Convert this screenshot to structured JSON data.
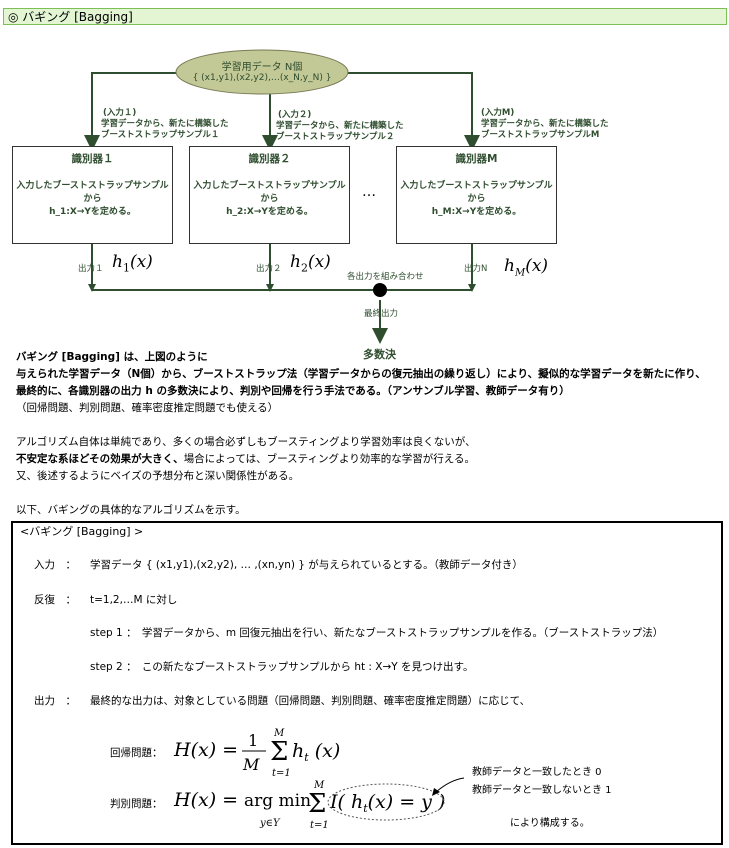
{
  "title": "◎ バギング [Bagging]",
  "diagram": {
    "data_ellipse": {
      "line1": "学習用データ N個",
      "line2": "{ (x1,y1),(x2,y2),…(x_N,y_N) }"
    },
    "inputs": [
      {
        "label": "(入力１)",
        "line1": "学習データから、新たに構築した",
        "line2": "ブーストストラップサンプル１"
      },
      {
        "label": "(入力２)",
        "line1": "学習データから、新たに構築した",
        "line2": "ブーストストラップサンプル２"
      },
      {
        "label": "(入力M)",
        "line1": "学習データから、新たに構築した",
        "line2": "ブーストストラップサンプルM"
      }
    ],
    "classifiers": [
      {
        "title": "識別器１",
        "line1": "入力したブーストストラップサンプルから",
        "line2": "h_1:X→Yを定める。"
      },
      {
        "title": "識別器２",
        "line1": "入力したブーストストラップサンプルから",
        "line2": "h_2:X→Yを定める。"
      },
      {
        "title": "識別器M",
        "line1": "入力したブーストストラップサンプルから",
        "line2": "h_M:X→Yを定める。"
      }
    ],
    "ellipsis": "…",
    "outputs": [
      "出力１",
      "出力２",
      "出力N"
    ],
    "combine_label": "各出力を組み合わせ",
    "final_label": "最終出力",
    "result": "多数決"
  },
  "explanation": {
    "p1_line1": "バギング [Bagging] は、上図のように",
    "p1_line2": "与えられた学習データ（N個）から、ブーストストラップ法（学習データからの復元抽出の繰り返し）により、擬似的な学習データを新たに作り、",
    "p1_line3": "最終的に、各識別器の出力 h の多数決により、判別や回帰を行う手法である。（アンサンブル学習、教師データ有り）",
    "p1_line4": "（回帰問題、判別問題、確率密度推定問題でも使える）",
    "p2_line1": "アルゴリズム自体は単純であり、多くの場合必ずしもブースティングより学習効率は良くないが、",
    "p2_line2_bold": "不安定な系ほどその効果が大きく、",
    "p2_line2_rest": "場合によっては、ブースティングより効率的な学習が行える。",
    "p2_line3": "又、後述するようにベイズの予想分布と深い関係性がある。",
    "p3": "以下、バギングの具体的なアルゴリズムを示す。"
  },
  "algorithm": {
    "header": "<バギング [Bagging] >",
    "input_label": "入力　：",
    "input_text": "学習データ { (x1,y1),(x2,y2), … ,(xn,yn) } が与えられているとする。（教師データ付き）",
    "repeat_label": "反復　：",
    "repeat_text": "t=1,2,…M に対し",
    "step1": "step 1 ：　学習データから、m 回復元抽出を行い、新たなブーストストラップサンプルを作る。（ブーストストラップ法）",
    "step2": "step 2 ：　この新たなブーストストラップサンプルから ht : X→Y を見つけ出す。",
    "output_label": "出力　：",
    "output_text": "最終的な出力は、対象としている問題（回帰問題、判別問題、確率密度推定問題）に応じて、",
    "regression_label": "回帰問題：",
    "classification_label": "判別問題：",
    "note1": "教師データと一致したとき 0",
    "note2": "教師データと一致しないとき 1",
    "note3": "により構成する。"
  }
}
